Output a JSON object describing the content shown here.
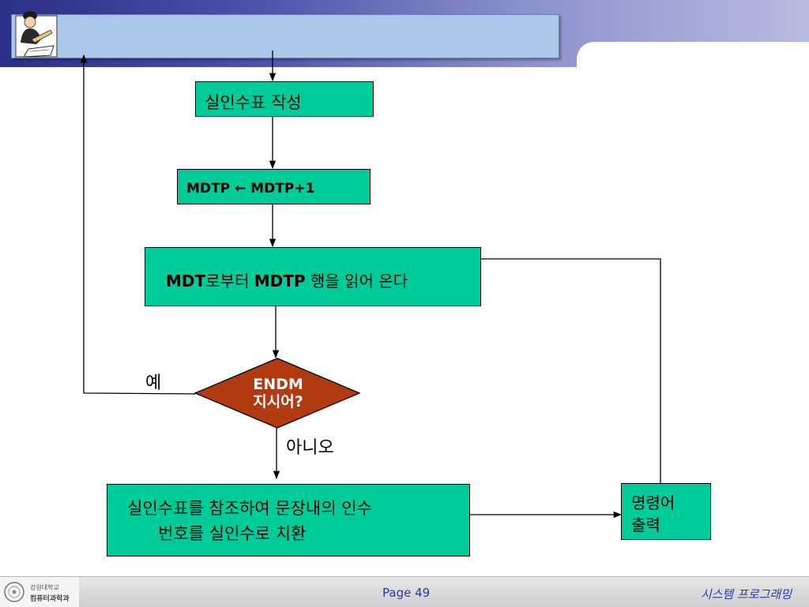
{
  "flowchart": {
    "box1": "실인수표 작성",
    "box2": "MDTP ← MDTP+1",
    "box3": {
      "bold1": "MDT",
      "text1": "로부터 ",
      "bold2": "MDTP",
      "text2": " 행을 읽어 온다"
    },
    "decision": {
      "line1": "ENDM",
      "line2": "지시어?"
    },
    "yes_label": "예",
    "no_label": "아니오",
    "box4": {
      "line1": "실인수표를 참조하여 문장내의 인수",
      "line2": "번호를 실인수로 치환"
    },
    "box5": {
      "line1": "명령어",
      "line2": "출력"
    }
  },
  "footer": {
    "logo_line1": "강원대학교",
    "logo_line2": "컴퓨터과학과",
    "page": "Page 49",
    "course": "시스템 프로그래밍"
  },
  "colors": {
    "box_fill": "#00cc99",
    "decision_fill": "#b23a10",
    "header": "#2b2f85",
    "title_bar": "#a9c8ea"
  }
}
